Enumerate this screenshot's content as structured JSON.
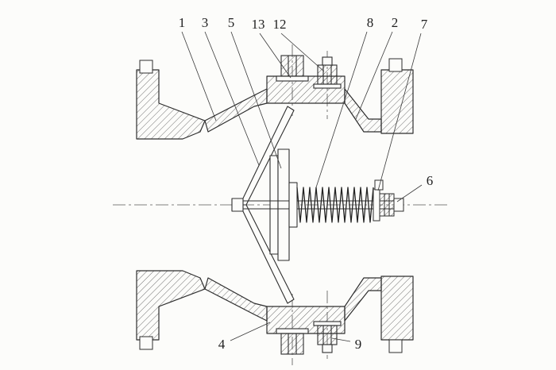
{
  "figure": {
    "background": "#fcfcfa",
    "ink": "#2e2e2e",
    "hatch_color": "#4a4a4a"
  },
  "callouts": [
    {
      "id": "1",
      "label": "1"
    },
    {
      "id": "3",
      "label": "3"
    },
    {
      "id": "5",
      "label": "5"
    },
    {
      "id": "13",
      "label": "13"
    },
    {
      "id": "12",
      "label": "12"
    },
    {
      "id": "8",
      "label": "8"
    },
    {
      "id": "2",
      "label": "2"
    },
    {
      "id": "7",
      "label": "7"
    },
    {
      "id": "6",
      "label": "6"
    },
    {
      "id": "4",
      "label": "4"
    },
    {
      "id": "9",
      "label": "9"
    }
  ]
}
